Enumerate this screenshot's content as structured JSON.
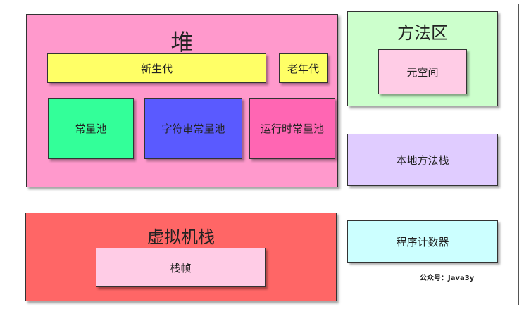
{
  "heap": {
    "title": "堆",
    "young_gen": "新生代",
    "old_gen": "老年代",
    "constant_pool": "常量池",
    "string_constant_pool": "字符串常量池",
    "runtime_constant_pool": "运行时常量池"
  },
  "method_area": {
    "title": "方法区",
    "metaspace": "元空间"
  },
  "native_method_stack": "本地方法栈",
  "vm_stack": {
    "title": "虚拟机栈",
    "frame": "栈帧"
  },
  "pc_register": "程序计数器",
  "watermark": "公众号：Java3y",
  "colors": {
    "heap": "#ff99cc",
    "young_gen": "#ffff66",
    "constant_pool": "#33ff99",
    "string_constant_pool": "#5a5aff",
    "runtime_constant_pool": "#ff66b3",
    "method_area": "#ccffcc",
    "metaspace": "#ffcce6",
    "native_method_stack": "#e0ccff",
    "vm_stack": "#ff6666",
    "frame": "#ffcce6",
    "pc_register": "#ccffff"
  }
}
